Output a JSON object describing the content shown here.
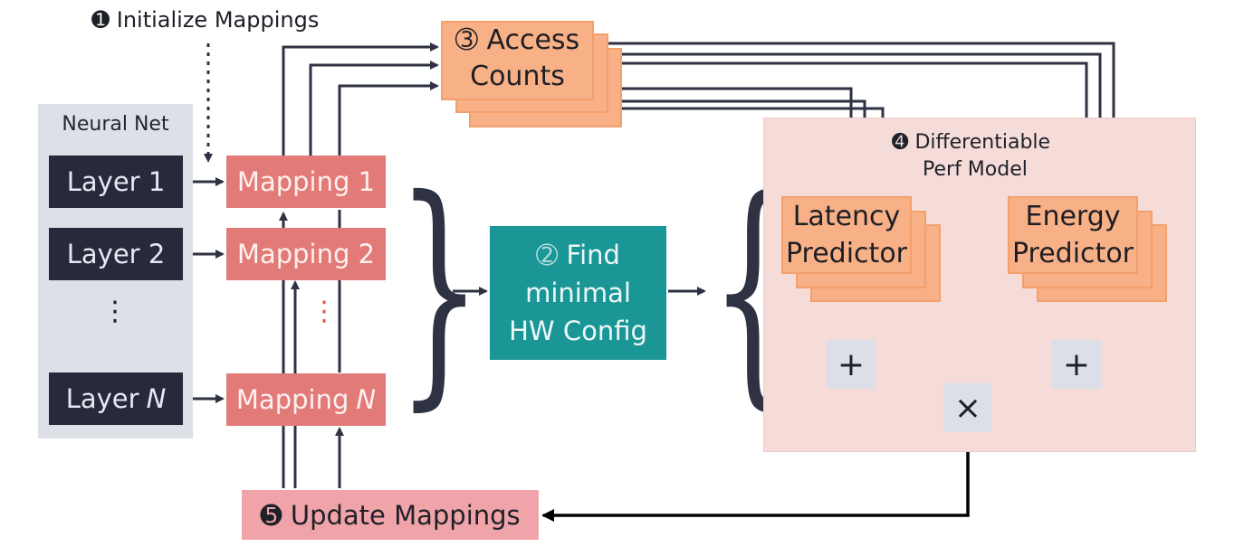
{
  "figure_type": "flow diagram",
  "colors": {
    "neural_net_panel": "#dde0e6",
    "layer_box": "#262a3a",
    "mapping_box": "#e27a78",
    "access_counts_box": "#f8b086",
    "find_hw_box": "#1a9696",
    "perf_model_panel": "#f6dcd9",
    "operator_box": "#dcdfe8",
    "update_box": "#f0a3a8",
    "arrow": "#2e3242",
    "feedback_arrow": "#000000"
  },
  "steps": {
    "initialize": {
      "marker": "➊",
      "label": "Initialize Mappings"
    },
    "find_hw": {
      "marker": "➁",
      "line1": "Find",
      "line2": "minimal",
      "line3": "HW Config"
    },
    "access_counts": {
      "marker": "➂",
      "line1": "Access",
      "line2": "Counts"
    },
    "perf_model": {
      "marker": "➍",
      "line1": "Differentiable",
      "line2": "Perf Model"
    },
    "update": {
      "marker": "➎",
      "label": "Update Mappings"
    }
  },
  "neural_net": {
    "title": "Neural Net",
    "layers": [
      {
        "label": "Layer",
        "index": "1"
      },
      {
        "label": "Layer",
        "index": "2"
      },
      {
        "label": "Layer",
        "index": "N"
      }
    ],
    "ellipsis": "⋮"
  },
  "mappings": [
    {
      "label": "Mapping",
      "index": "1"
    },
    {
      "label": "Mapping",
      "index": "2"
    },
    {
      "label": "Mapping",
      "index": "N"
    }
  ],
  "mapping_ellipsis": "⋮",
  "predictors": {
    "latency": {
      "line1": "Latency",
      "line2": "Predictor"
    },
    "energy": {
      "line1": "Energy",
      "line2": "Predictor"
    }
  },
  "operators": {
    "sum_symbol": "+",
    "product_symbol": "×"
  },
  "braces": {
    "close": "}",
    "open": "{"
  }
}
